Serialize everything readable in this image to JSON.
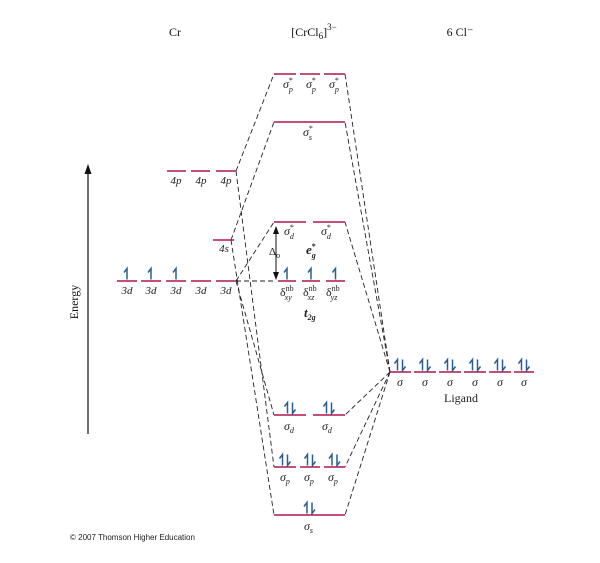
{
  "headers": {
    "metal": "Cr",
    "complex_base": "[CrCl",
    "complex_sub": "6",
    "complex_charge": "3−",
    "ligand": "6 Cl⁻"
  },
  "axis": {
    "label": "Energy"
  },
  "metal_orbitals": {
    "p": {
      "labels": [
        "4p",
        "4p",
        "4p"
      ],
      "electrons": [
        0,
        0,
        0
      ]
    },
    "s": {
      "labels": [
        "4s"
      ],
      "electrons": [
        0
      ]
    },
    "d": {
      "labels": [
        "3d",
        "3d",
        "3d",
        "3d",
        "3d"
      ],
      "electrons": [
        1,
        1,
        1,
        0,
        0
      ]
    }
  },
  "mo_levels": {
    "sigma_p_star": {
      "base": "σ",
      "sub": "p",
      "sup": "*",
      "count": 3,
      "electrons": [
        0,
        0,
        0
      ]
    },
    "sigma_s_star": {
      "base": "σ",
      "sub": "s",
      "sup": "*",
      "count": 1,
      "electrons": [
        0
      ]
    },
    "sigma_d_star": {
      "base": "σ",
      "sub": "d",
      "sup": "*",
      "count": 2,
      "electrons": [
        0,
        0
      ]
    },
    "eg_star": {
      "base": "e",
      "sub": "g",
      "sup": "*"
    },
    "t2g": {
      "base": "t",
      "sub": "2g"
    },
    "nonbonding": {
      "base": "δ",
      "sup": "nb",
      "subs": [
        "xy",
        "xz",
        "yz"
      ],
      "electrons": [
        1,
        1,
        1
      ]
    },
    "delta_o": {
      "base": "Δ",
      "sub": "o"
    },
    "sigma_d": {
      "base": "σ",
      "sub": "d",
      "count": 2,
      "electrons": [
        2,
        2
      ]
    },
    "sigma_p": {
      "base": "σ",
      "sub": "p",
      "count": 3,
      "electrons": [
        2,
        2,
        2
      ]
    },
    "sigma_s": {
      "base": "σ",
      "sub": "s",
      "count": 1,
      "electrons": [
        2
      ]
    }
  },
  "ligand_orbitals": {
    "labels": [
      "σ",
      "σ",
      "σ",
      "σ",
      "σ",
      "σ"
    ],
    "electrons": [
      2,
      2,
      2,
      2,
      2,
      2
    ],
    "group_label": "Ligand"
  },
  "copyright": "© 2007 Thomson Higher Education",
  "colors": {
    "level_line": "#b0174f",
    "electron_arrow": "#2a5d93",
    "dashed_connector": "#222222"
  }
}
